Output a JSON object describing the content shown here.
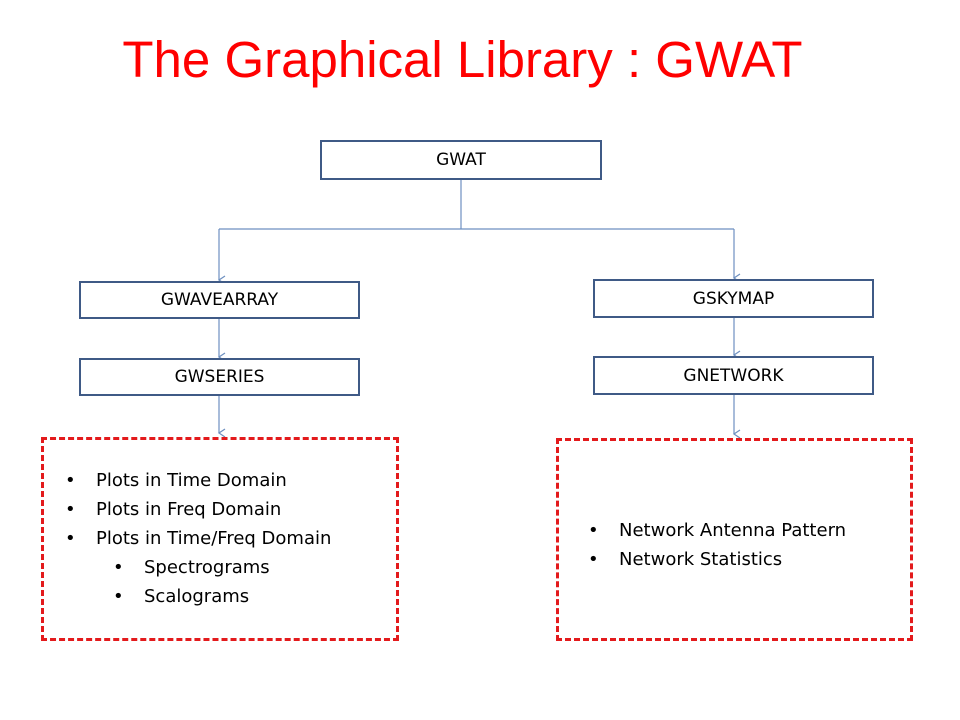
{
  "title": "The Graphical Library : GWAT",
  "nodes": {
    "gwat": "GWAT",
    "gwavearray": "GWAVEARRAY",
    "gwseries": "GWSERIES",
    "gskymap": "GSKYMAP",
    "gnetwork": "GNETWORK"
  },
  "left_box": {
    "items": [
      "Plots in Time Domain",
      "Plots in Freq Domain",
      "Plots in Time/Freq  Domain"
    ],
    "subitems": [
      "Spectrograms",
      "Scalograms"
    ]
  },
  "right_box": {
    "items": [
      "Network Antenna Pattern",
      "Network Statistics"
    ]
  },
  "colors": {
    "title": "#ff0000",
    "node_border": "#3f5a86",
    "connector": "#6d8fc0",
    "dashed_border": "#e31a1c"
  }
}
